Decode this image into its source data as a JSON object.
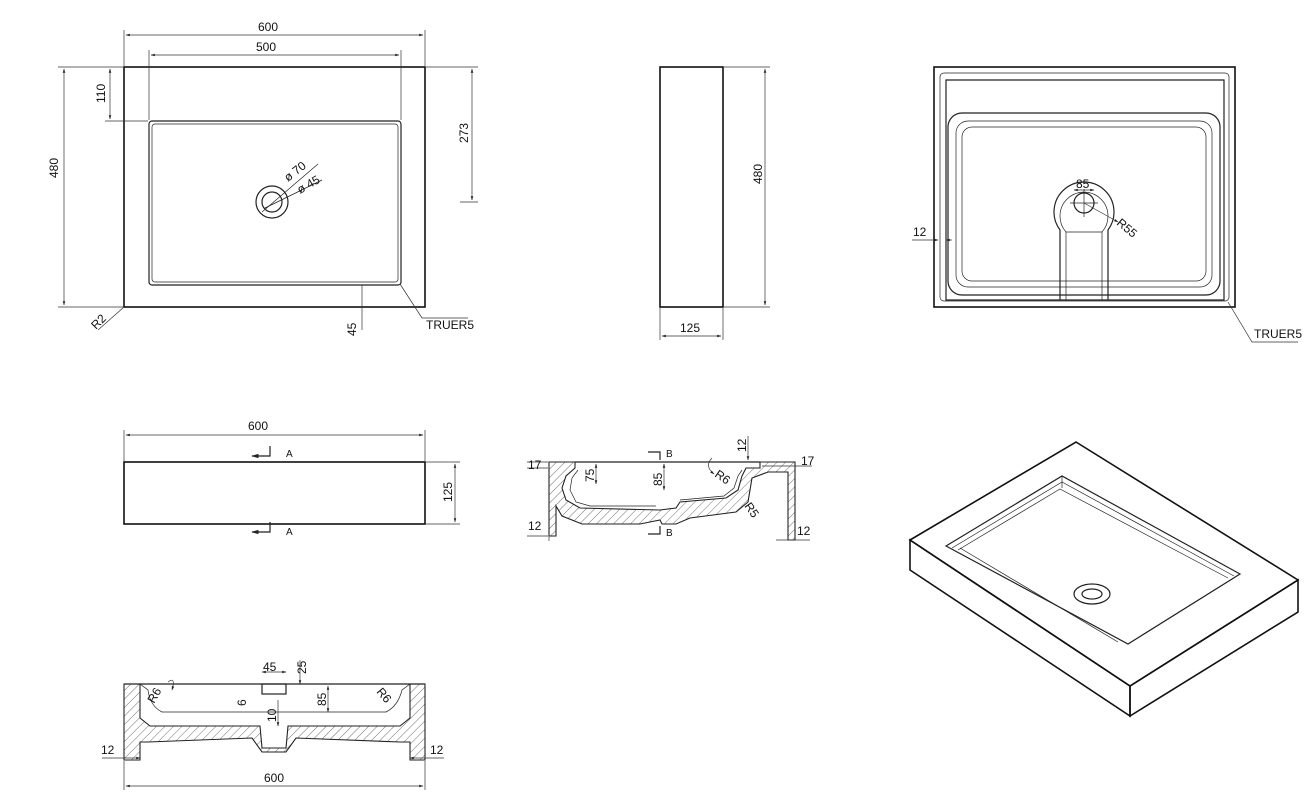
{
  "top_view": {
    "width": "600",
    "inner_width": "500",
    "height": "480",
    "top_margin": "110",
    "drain_offset": "273",
    "bottom_offset": "45",
    "drain_outer": "ø 70",
    "drain_inner": "ø 45",
    "corner_radius": "R2",
    "edge_note": "TRUER5"
  },
  "side_view": {
    "height": "480",
    "depth": "125"
  },
  "underside_view": {
    "margin": "12",
    "drain_width": "85",
    "drain_radius": "R55",
    "edge_note": "TRUER5"
  },
  "front_view": {
    "width": "600",
    "height": "125",
    "section_label_top": "A",
    "section_label_bottom": "A"
  },
  "section_b": {
    "rim_left": "17",
    "bowl_depth_1": "75",
    "bowl_depth_2": "85",
    "rim_right": "17",
    "wall_top": "12",
    "fillet": "R6",
    "inner_radius": "R5",
    "floor_left": "12",
    "floor_right": "12",
    "section_label_top": "B",
    "section_label_bottom": "B"
  },
  "section_a": {
    "drain_width": "45",
    "drain_depth": "25",
    "offset_6": "6",
    "bowl_depth": "85",
    "drain_neck": "10",
    "fillet_left": "R6",
    "fillet_right": "R6",
    "wall_left": "12",
    "wall_right": "12",
    "total_width": "600"
  }
}
